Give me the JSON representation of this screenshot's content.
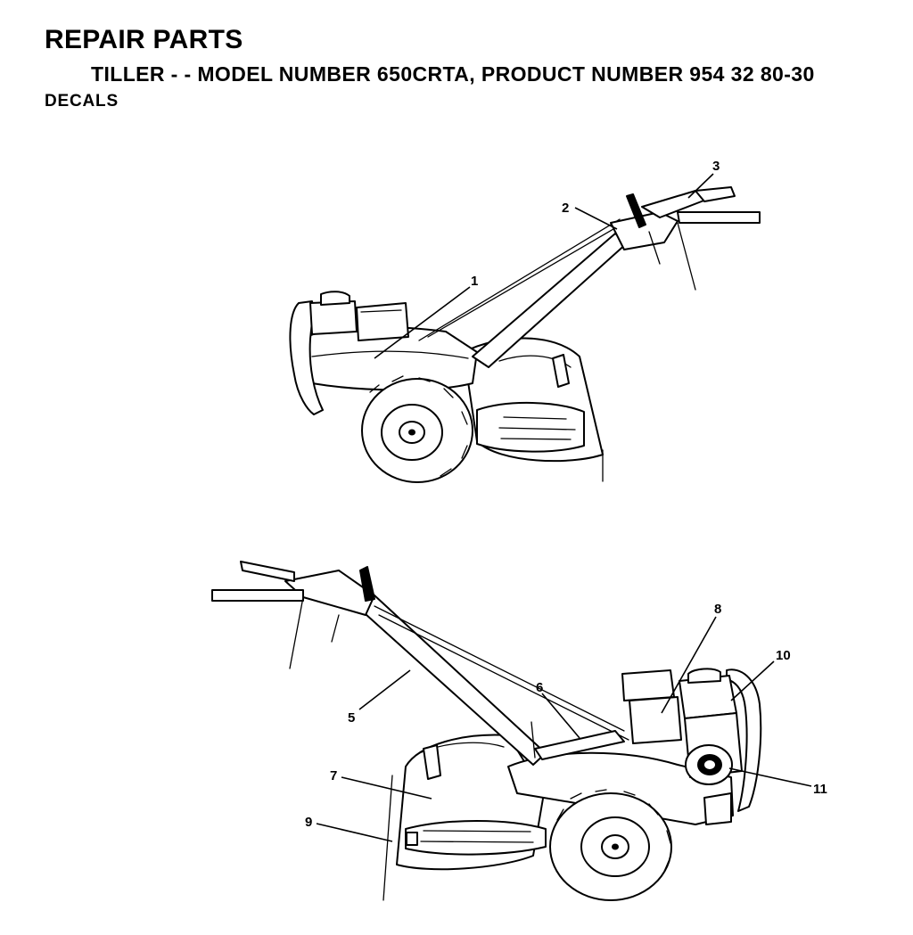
{
  "header": {
    "title": "REPAIR PARTS",
    "subtitle": "TILLER - - MODEL NUMBER 650CRTA, PRODUCT NUMBER 954 32 80-30",
    "section": "DECALS"
  },
  "callouts": [
    "1",
    "2",
    "3",
    "5",
    "6",
    "7",
    "8",
    "9",
    "10",
    "11"
  ]
}
